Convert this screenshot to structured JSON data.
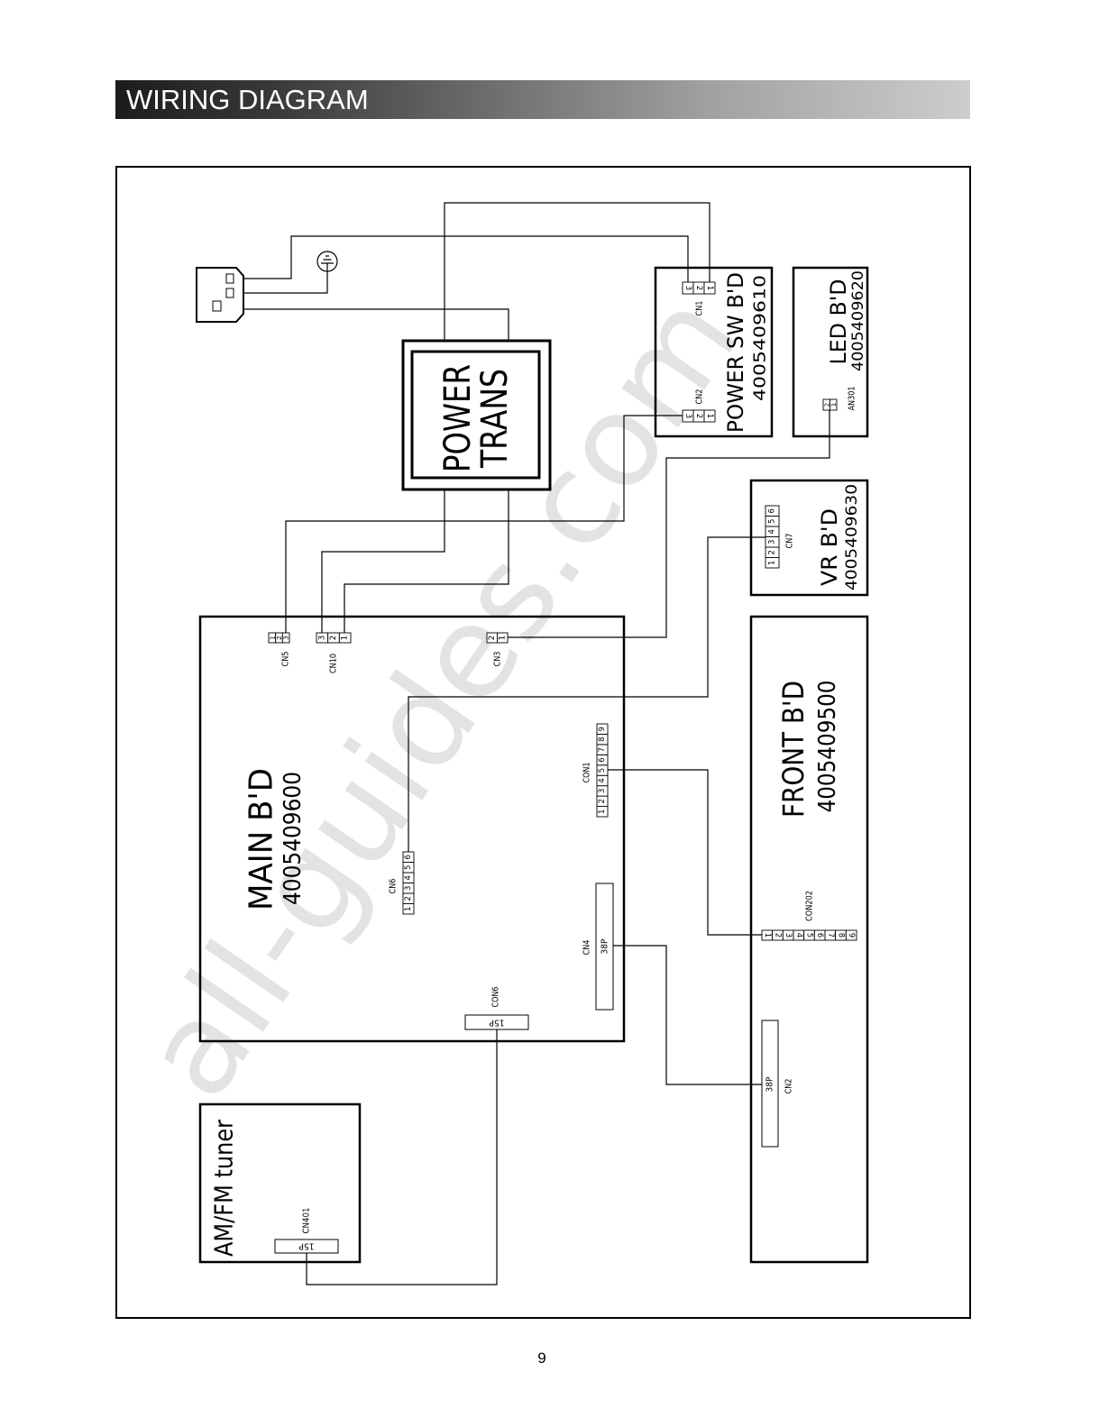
{
  "header": {
    "title": "WIRING DIAGRAM"
  },
  "watermark": "all-guides.com",
  "page_number": "9",
  "power_trans": {
    "line1": "POWER",
    "line2": "TRANS"
  },
  "boards": {
    "main": {
      "name": "MAIN B'D",
      "part_no": "4005409600"
    },
    "power_sw": {
      "name": "POWER SW B'D",
      "part_no": "4005409610"
    },
    "led": {
      "name": "LED B'D",
      "part_no": "4005409620"
    },
    "vr": {
      "name": "VR B'D",
      "part_no": "4005409630"
    },
    "front": {
      "name": "FRONT B'D",
      "part_no": "4005409500"
    },
    "tuner": {
      "name": "AM/FM tuner"
    }
  },
  "connectors": {
    "power_sw_cn1": {
      "label": "CN1",
      "pins": [
        "3",
        "2",
        "1"
      ]
    },
    "power_sw_cn2": {
      "label": "CN2",
      "pins": [
        "3",
        "2",
        "1"
      ]
    },
    "led_an301": {
      "label": "AN301",
      "pins": [
        "2",
        "1"
      ]
    },
    "vr_cn7": {
      "label": "CN7",
      "pins": [
        "1",
        "2",
        "3",
        "4",
        "5",
        "6"
      ]
    },
    "main_cn5": {
      "label": "CN5",
      "pins": [
        "1",
        "2",
        "3"
      ]
    },
    "main_cn10": {
      "label": "CN10",
      "pins": [
        "3",
        "2",
        "1"
      ]
    },
    "main_cn3": {
      "label": "CN3",
      "pins": [
        "2",
        "1"
      ]
    },
    "main_cn6": {
      "label": "CN6",
      "pins": [
        "1",
        "2",
        "3",
        "4",
        "5",
        "6"
      ]
    },
    "main_con1": {
      "label": "CON1",
      "pins": [
        "1",
        "2",
        "3",
        "4",
        "5",
        "6",
        "7",
        "8",
        "9"
      ]
    },
    "main_cn4": {
      "label": "CN4",
      "size": "38P"
    },
    "main_con6": {
      "label": "CON6",
      "size": "15P"
    },
    "front_con202": {
      "label": "CON202",
      "pins": [
        "1",
        "2",
        "3",
        "4",
        "5",
        "6",
        "7",
        "8",
        "9"
      ]
    },
    "front_cn2": {
      "label": "CN2",
      "size": "38P"
    },
    "tuner_cn401": {
      "label": "CN401",
      "size": "15P"
    }
  }
}
